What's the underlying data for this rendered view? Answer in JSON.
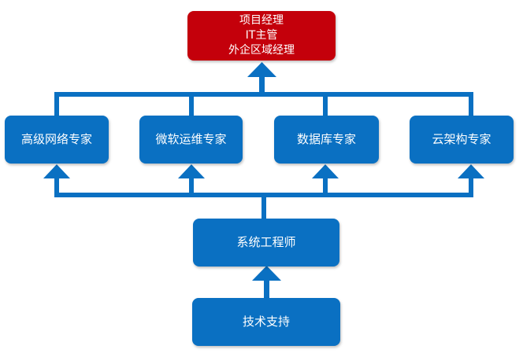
{
  "chart": {
    "top_node": {
      "lines": [
        "项目经理",
        "IT主管",
        "外企区域经理"
      ]
    },
    "specialists": [
      {
        "label": "高级网络专家"
      },
      {
        "label": "微软运维专家"
      },
      {
        "label": "数据库专家"
      },
      {
        "label": "云架构专家"
      }
    ],
    "system_engineer": {
      "label": "系统工程师"
    },
    "tech_support": {
      "label": "技术支持"
    }
  },
  "colors": {
    "primary_blue": "#0a70c2",
    "top_red": "#c4000b",
    "text": "#ffffff"
  }
}
